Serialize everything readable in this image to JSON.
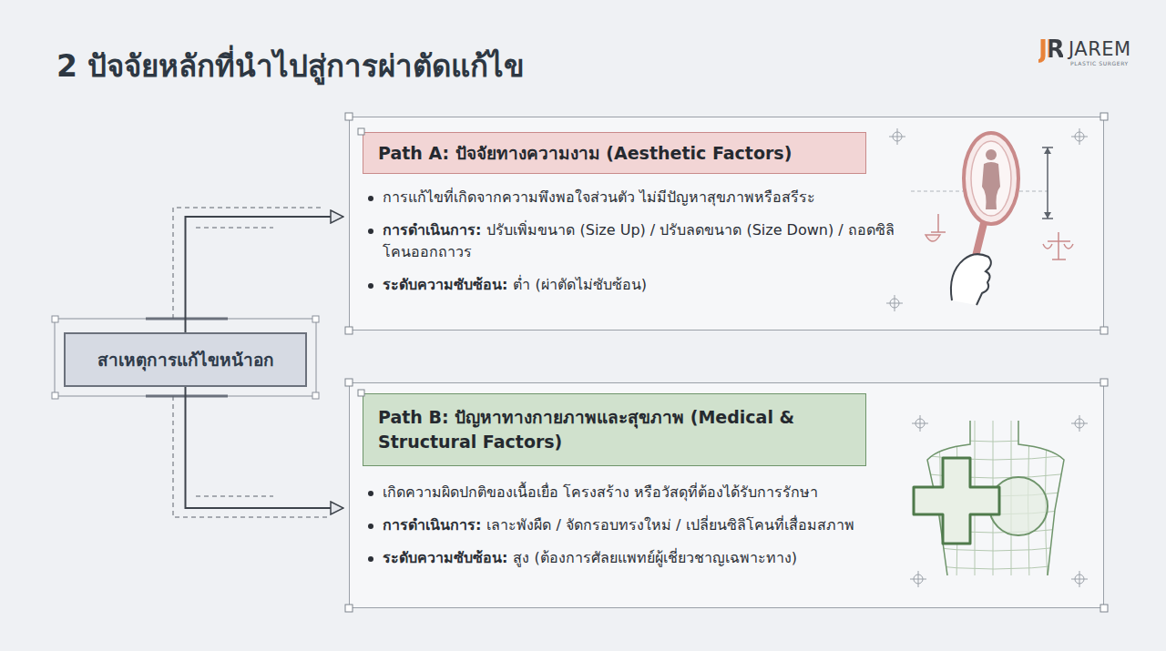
{
  "diagram": {
    "title": "2 ปัจจัยหลักที่นำไปสู่การผ่าตัดแก้ไข",
    "nodes": [
      {
        "text": [
          "สาเหตุการแก้ไขหน้าอก"
        ]
      },
      {
        "text": [
          "การแก้ไขที่เกิดจากความพึงพอใจส่วนตัว ไม่มีปัญหาสุขภาพหรือสรีระ",
          "การดำเนินการ:",
          "ปรับเพิ่มขนาด (Size Up) / ปรับลดขนาด (Size Down) / ถอดซิลิโคนออกถาวร",
          "ระดับความซับซ้อน:",
          "ต่ำ (ผ่าตัดไม่ซับซ้อน)"
        ]
      },
      {
        "text": [
          "Path A: ปัจจัยทางความงาม (Aesthetic Factors)"
        ],
        "in": 1
      },
      {
        "text": [
          "เกิดความผิดปกติของเนื้อเยื่อ โครงสร้าง หรือวัสดุที่ต้องได้รับการรักษา",
          "การดำเนินการ:",
          "เลาะพังผืด / จัดกรอบทรงใหม่ / เปลี่ยนซิลิโคนที่เสื่อมสภาพ",
          "ระดับความซับซ้อน:",
          "สูง (ต้องการศัลยแพทย์ผู้เชี่ยวชาญเฉพาะทาง)"
        ]
      },
      {
        "text": [
          "Path B: ปัญหาทางกายภาพและสุขภาพ (Medical & Structural Factors)"
        ],
        "in": 3
      }
    ],
    "edges": [
      {
        "from": 0,
        "to": 1,
        "arrow": "to"
      },
      {
        "from": 0,
        "to": 3,
        "arrow": "to"
      }
    ],
    "labels": [
      "JR",
      "JAREM",
      "PLASTIC SURGERY"
    ]
  }
}
